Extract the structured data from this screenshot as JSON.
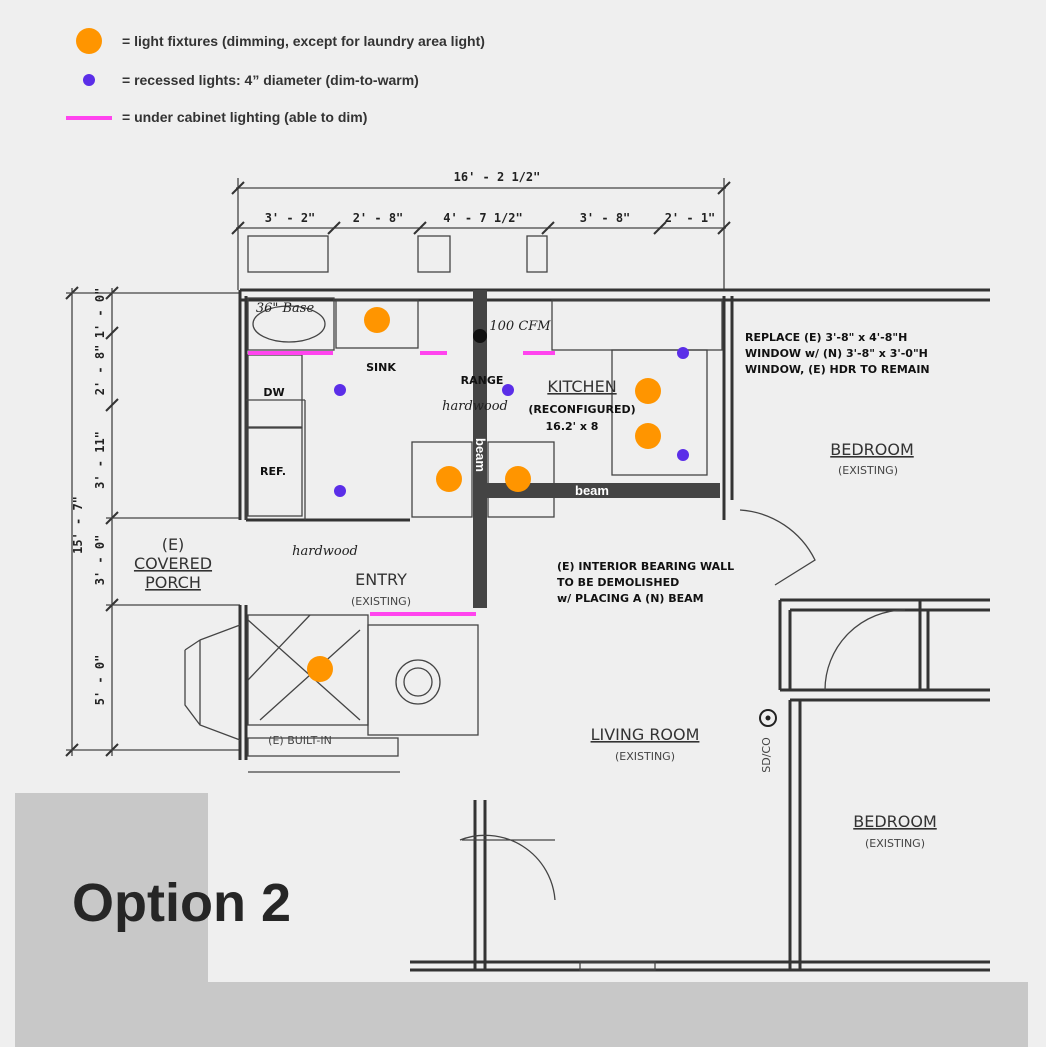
{
  "colors": {
    "light_fixture": "#ff9500",
    "recessed_light": "#5b2ee8",
    "under_cabinet": "#ff44ee",
    "beam": "#444444",
    "overlay": "#c8c8c8"
  },
  "legend": [
    {
      "icon": "orange-circle",
      "label": "= light fixtures (dimming, except for laundry area light)"
    },
    {
      "icon": "purple-dot",
      "label": "= recessed lights: 4” diameter (dim-to-warm)"
    },
    {
      "icon": "magenta-line",
      "label": "= under cabinet lighting (able to dim)"
    }
  ],
  "dimensions": {
    "overall_width": "16' - 2 1/2\"",
    "top": [
      "3' - 2\"",
      "2' - 8\"",
      "4' - 7 1/2\"",
      "3' - 8\"",
      "2' - 1\""
    ],
    "overall_depth": "15' - 7\"",
    "left": [
      "1' - 0\"",
      "2' - 8\"",
      "3' - 11\"",
      "3' - 0\"",
      "5' - 0\""
    ]
  },
  "rooms": {
    "kitchen": {
      "name": "KITCHEN",
      "sub": "(RECONFIGURED)",
      "size": "16.2' x 8"
    },
    "bedroom1": {
      "name": "BEDROOM",
      "sub": "(EXISTING)"
    },
    "entry": {
      "name": "ENTRY",
      "sub": "(EXISTING)"
    },
    "living": {
      "name": "LIVING ROOM",
      "sub": "(EXISTING)"
    },
    "bedroom2": {
      "name": "BEDROOM",
      "sub": "(EXISTING)"
    },
    "porch": [
      "(E)",
      "COVERED",
      "PORCH"
    ]
  },
  "fixtures": {
    "sink": "SINK",
    "range": "RANGE",
    "dw": "DW",
    "ref": "REF.",
    "hardwood": "hardwood",
    "built_in": "(E) BUILT-IN",
    "sdco": "SD/CO",
    "cfm": "100 CFM",
    "base": "36\" Base"
  },
  "notes": {
    "window": [
      "REPLACE (E) 3'-8\" x 4'-8\"H",
      "WINDOW w/ (N) 3'-8\" x 3'-0\"H",
      "WINDOW, (E) HDR TO REMAIN"
    ],
    "wall": [
      "(E) INTERIOR BEARING WALL",
      "TO BE DEMOLISHED",
      "w/ PLACING A (N) BEAM"
    ]
  },
  "beam_label": "beam",
  "option_label": "Option 2"
}
